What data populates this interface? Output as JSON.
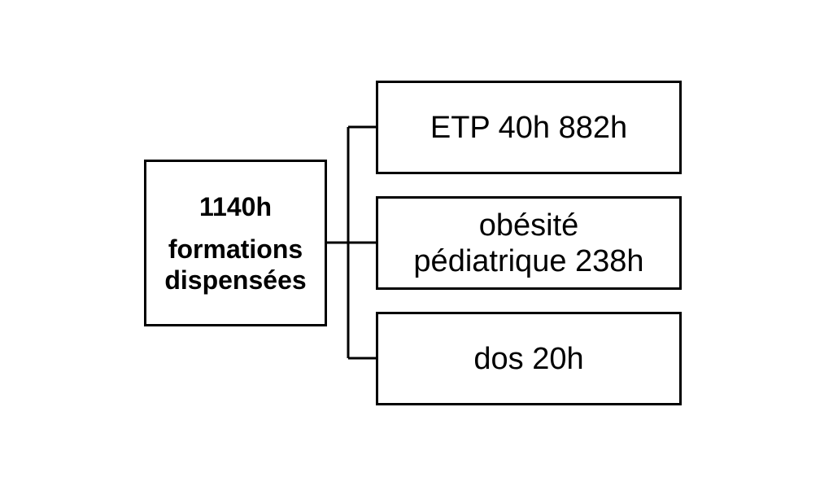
{
  "diagram": {
    "root": {
      "total": "1140h",
      "label_line1": "formations",
      "label_line2": "dispensées"
    },
    "children": [
      {
        "label": "ETP 40h 882h"
      },
      {
        "label_line1": "obésité",
        "label_line2": "pédiatrique 238h"
      },
      {
        "label": "dos 20h"
      }
    ]
  },
  "style": {
    "stroke_color": "#000000",
    "background_color": "#ffffff"
  }
}
